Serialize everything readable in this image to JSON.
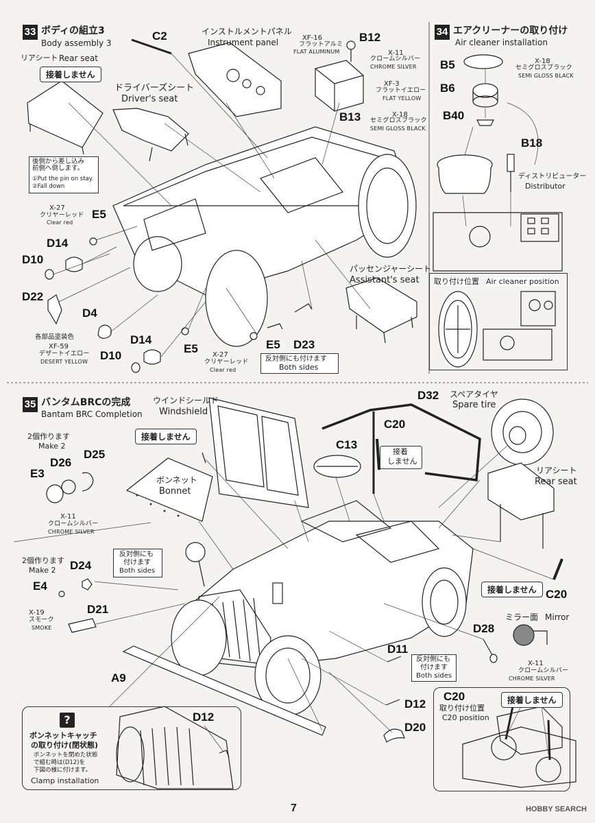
{
  "steps": {
    "s33": {
      "num": "33",
      "title_jp": "ボディの組立3",
      "title_en": "Body assembly 3",
      "rear_seat_jp": "リアシート",
      "rear_seat_en": "Rear seat",
      "no_glue": "接着しません",
      "drivers_seat_jp": "ドライバーズシート",
      "drivers_seat_en": "Driver's seat",
      "instrument_jp": "インストルメントパネル",
      "instrument_en": "Instrument panel",
      "pin_note_jp": "後側から差し込み\n前側へ倒します。",
      "pin_note_1": "①Put the pin on stay.",
      "pin_note_2": "②Fall down",
      "assist_jp": "パッセンジャーシート",
      "assist_en": "Assistant's seat",
      "each_part_jp": "各部品塗装色",
      "both_sides_jp": "反対側にも付けます",
      "both_sides_en": "Both sides"
    },
    "s34": {
      "num": "34",
      "title_jp": "エアクリーナーの取り付け",
      "title_en": "Air cleaner installation",
      "distributor_jp": "ディストリビューター",
      "distributor_en": "Distributor",
      "position_jp": "取り付け位置",
      "position_en": "Air cleaner position"
    },
    "s35": {
      "num": "35",
      "title_jp": "バンタムBRCの完成",
      "title_en": "Bantam BRC Completion",
      "windshield_jp": "ウインドシールド",
      "windshield_en": "Windshield",
      "spare_jp": "スペアタイヤ",
      "spare_en": "Spare tire",
      "rear_seat_jp": "リアシート",
      "rear_seat_en": "Rear seat",
      "bonnet_jp": "ボンネット",
      "bonnet_en": "Bonnet",
      "make2_jp": "2個作ります",
      "make2_en": "Make 2",
      "no_glue": "接着しません",
      "no_glue_split_1": "接着",
      "no_glue_split_2": "しません",
      "both_jp_1": "反対側にも",
      "both_jp_2": "付けます",
      "both_en": "Both sides",
      "both_sides_jp": "反対側にも付けます",
      "mirror_jp": "ミラー面",
      "mirror_en": "Mirror",
      "c20_pos_jp": "取り付け位置",
      "c20_pos_en": "C20 position",
      "clamp_jp_1": "ボンネットキャッチ",
      "clamp_jp_2": "の取り付け(閉状態)",
      "clamp_note_1": "ボンネットを閉めた状態",
      "clamp_note_2": "で組む時は(D12)を",
      "clamp_note_3": "下図の様に付けます。",
      "clamp_en": "Clamp installation",
      "question": "?"
    }
  },
  "parts": {
    "C2": "C2",
    "B12": "B12",
    "B13": "B13",
    "B5": "B5",
    "B6": "B6",
    "B40": "B40",
    "B18": "B18",
    "E5": "E5",
    "D14": "D14",
    "D10": "D10",
    "D22": "D22",
    "D4": "D4",
    "D23": "D23",
    "D32": "D32",
    "C20": "C20",
    "C13": "C13",
    "E3": "E3",
    "D26": "D26",
    "D25": "D25",
    "D24": "D24",
    "E4": "E4",
    "D21": "D21",
    "A9": "A9",
    "D28": "D28",
    "D11": "D11",
    "D12": "D12",
    "D20": "D20"
  },
  "paints": {
    "xf16_code": "XF-16",
    "xf16_jp": "フラットアルミ",
    "xf16_en": "FLAT ALUMINUM",
    "x11_code": "X-11",
    "x11_jp": "クロームシルバー",
    "x11_en": "CHROME SILVER",
    "xf3_code": "XF-3",
    "xf3_jp": "フラットイエロー",
    "xf3_en": "FLAT YELLOW",
    "x18_code": "X-18",
    "x18_jp": "セミグロスブラック",
    "x18_en": "SEMI GLOSS BLACK",
    "x27_code": "X-27",
    "x27_jp": "クリヤーレッド",
    "x27_en": "Clear red",
    "xf59_code": "XF-59",
    "xf59_jp": "デザートイエロー",
    "xf59_en": "DESERT YELLOW",
    "x19_code": "X-19",
    "x19_jp": "スモーク",
    "x19_en": "SMOKE"
  },
  "footer": {
    "page": "7",
    "watermark": "HOBBY SEARCH"
  },
  "colors": {
    "line": "#222222",
    "paper": "#f4f3ef",
    "mirror": "#888888"
  }
}
